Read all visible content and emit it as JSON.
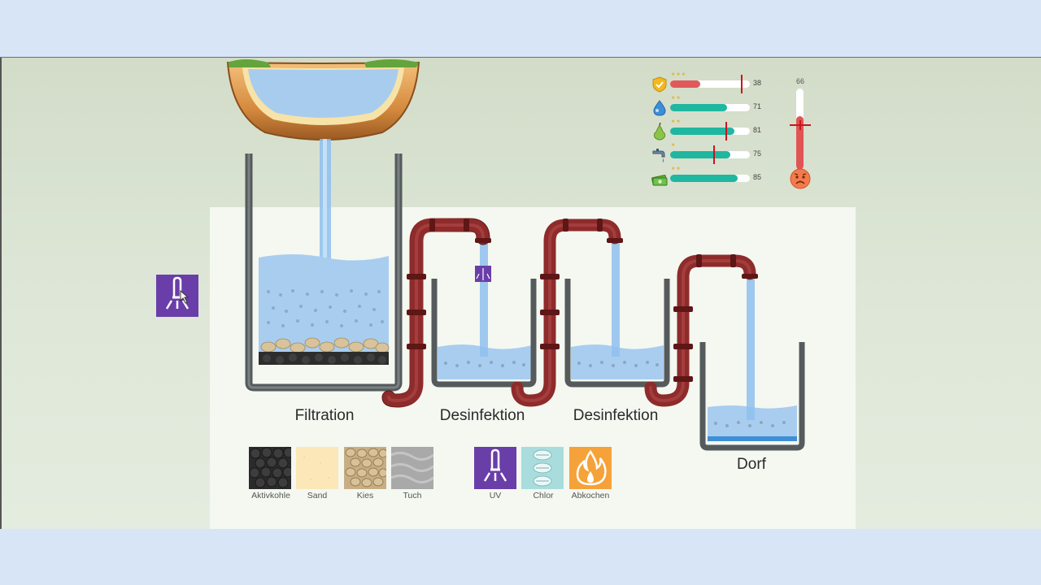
{
  "stages": {
    "filtration_label": "Filtration",
    "disinfection1_label": "Desinfektion",
    "disinfection2_label": "Desinfektion",
    "village_label": "Dorf"
  },
  "filter_materials": [
    {
      "label": "Aktivkohle",
      "icon": "charcoal-icon",
      "color": "#2b2b2b"
    },
    {
      "label": "Sand",
      "icon": "sand-icon",
      "color": "#fbe7b8"
    },
    {
      "label": "Kies",
      "icon": "gravel-icon",
      "color": "#c7ae84"
    },
    {
      "label": "Tuch",
      "icon": "cloth-icon",
      "color": "#a9a9a9"
    }
  ],
  "disinfection_methods": [
    {
      "label": "UV",
      "icon": "uv-lamp-icon",
      "color": "#6a3ea8"
    },
    {
      "label": "Chlor",
      "icon": "chlorine-tablets-icon",
      "color": "#a9dcdc"
    },
    {
      "label": "Abkochen",
      "icon": "fire-icon",
      "color": "#f5a23a"
    }
  ],
  "stats": [
    {
      "icon": "shield-icon",
      "value": "38",
      "fill": 0.38,
      "color": "#e05a5a",
      "marker": 0.9,
      "stars": "★★★"
    },
    {
      "icon": "water-drop-icon",
      "value": "71",
      "fill": 0.71,
      "color": "#1fb7a0",
      "marker": null,
      "stars": "★★"
    },
    {
      "icon": "pear-icon",
      "value": "81",
      "fill": 0.81,
      "color": "#1fb7a0",
      "marker": 0.7,
      "stars": "★★"
    },
    {
      "icon": "faucet-icon",
      "value": "75",
      "fill": 0.75,
      "color": "#1fb7a0",
      "marker": 0.55,
      "stars": "★"
    },
    {
      "icon": "money-icon",
      "value": "85",
      "fill": 0.85,
      "color": "#1fb7a0",
      "marker": null,
      "stars": "★★"
    }
  ],
  "thermometer": {
    "value": "66",
    "fill": 0.66,
    "marker": 0.55,
    "face_icon": "sad-face-icon"
  },
  "held_tool": {
    "icon": "uv-lamp-icon",
    "label": "UV"
  },
  "colors": {
    "pipe": "#8e2b2b",
    "pipe_dark": "#5e1616",
    "tank_wall": "#555a5c",
    "water": "#a9cdef",
    "water_dark": "#7fb3e6",
    "uv_purple": "#6a3ea8"
  }
}
